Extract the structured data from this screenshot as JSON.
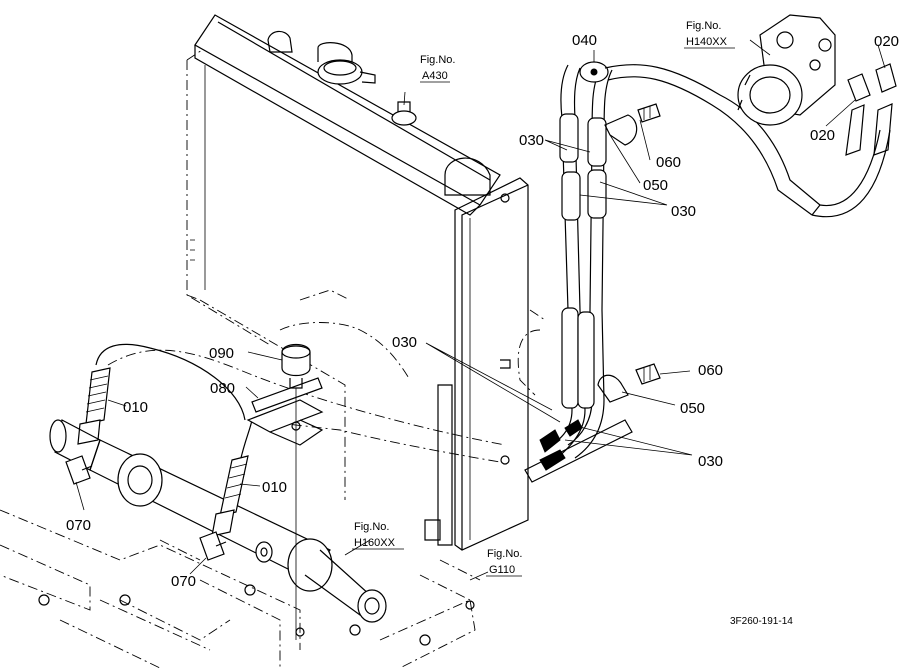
{
  "drawing_code": "3F260-191-14",
  "fig_prefix": "Fig.No.",
  "figure_refs": {
    "a430": "A430",
    "h140": "H140XX",
    "h160": "H160XX",
    "g110": "G110"
  },
  "part_labels": {
    "p010a": "010",
    "p010b": "010",
    "p020a": "020",
    "p020b": "020",
    "p030a": "030",
    "p030b": "030",
    "p030c": "030",
    "p030d": "030",
    "p040": "040",
    "p050a": "050",
    "p050b": "050",
    "p060a": "060",
    "p060b": "060",
    "p070a": "070",
    "p070b": "070",
    "p080": "080",
    "p090": "090"
  }
}
